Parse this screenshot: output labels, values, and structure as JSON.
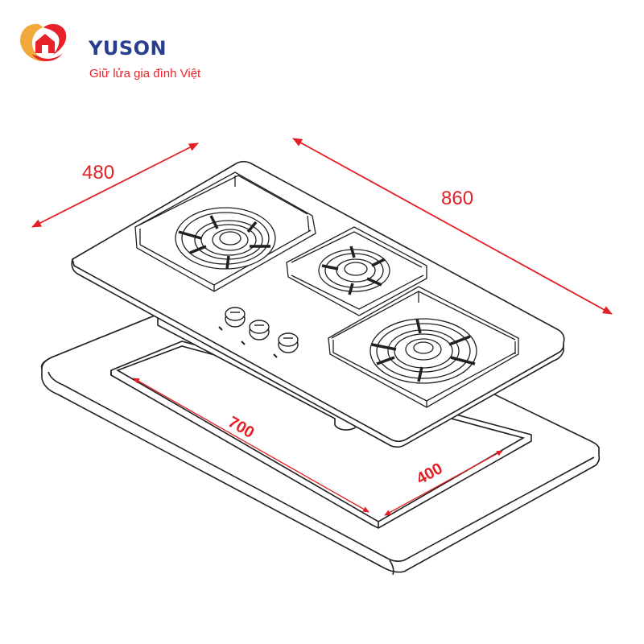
{
  "brand": {
    "name": "YUSON",
    "slogan": "Giữ lửa gia đình Việt",
    "colors": {
      "primary": "#2a3e8f",
      "accent": "#e8212a",
      "logo_gold": "#f2a93b"
    }
  },
  "diagram": {
    "dimensions": {
      "hob_depth": "480",
      "hob_width": "860",
      "cutout_width": "700",
      "cutout_depth": "400"
    },
    "burners": 3,
    "knobs": 3,
    "dimension_color": "#e31e24",
    "line_color": "#231f20"
  }
}
